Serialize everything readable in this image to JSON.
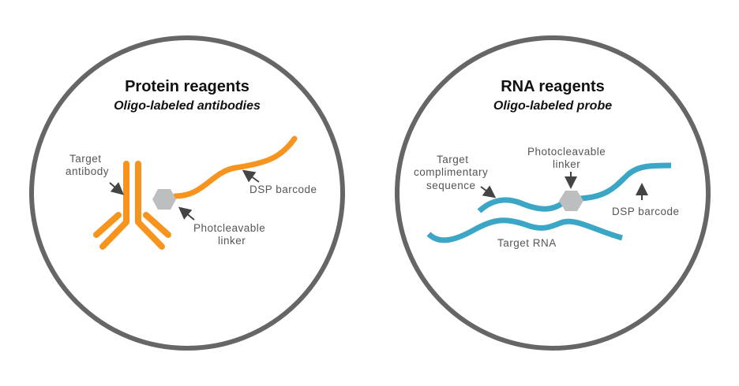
{
  "colors": {
    "protein": "#F7941D",
    "rna": "#3BA6C5",
    "linker": "#BDBEC0",
    "circle": "#666666"
  },
  "protein": {
    "title": "Protein reagents",
    "subtitle": "Oligo-labeled antibodies",
    "target_label_line1": "Target",
    "target_label_line2": "antibody",
    "barcode_label": "DSP barcode",
    "linker_label_line1": "Photcleavable",
    "linker_label_line2": "linker"
  },
  "rna": {
    "title": "RNA reagents",
    "subtitle": "Oligo-labeled probe",
    "target_seq_line1": "Target",
    "target_seq_line2": "complimentary",
    "target_seq_line3": "sequence",
    "linker_label_line1": "Photocleavable",
    "linker_label_line2": "linker",
    "barcode_label": "DSP barcode",
    "target_rna_label": "Target RNA"
  }
}
